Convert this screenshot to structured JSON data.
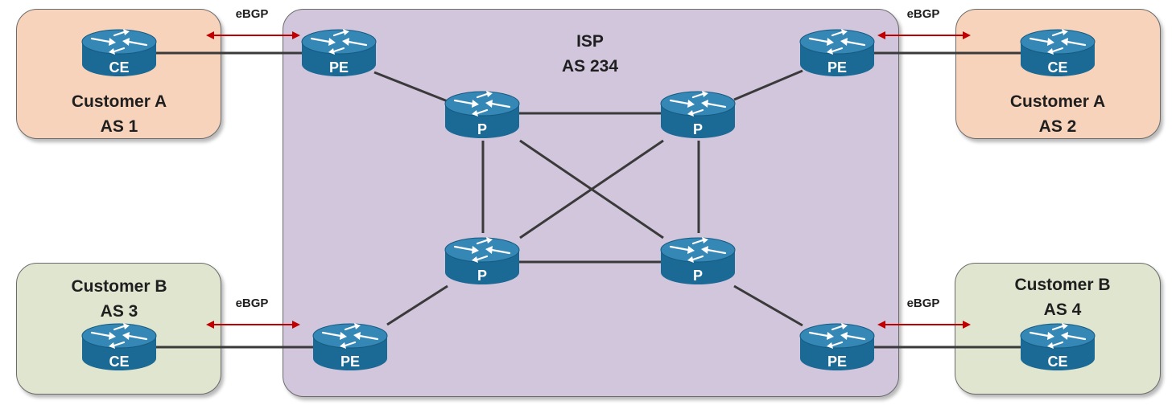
{
  "colors": {
    "customer_a_fill": "#f8d3bb",
    "customer_b_fill": "#e0e5cf",
    "isp_fill": "#d2c6dd",
    "router_fill": "#1b6a95",
    "router_top": "#3587b6",
    "link": "#3a3a3a",
    "ebgp_arrow": "#c00000"
  },
  "isp": {
    "name": "ISP",
    "as": "AS 234"
  },
  "customers": [
    {
      "name": "Customer A",
      "as": "AS 1"
    },
    {
      "name": "Customer A",
      "as": "AS 2"
    },
    {
      "name": "Customer B",
      "as": "AS 3"
    },
    {
      "name": "Customer B",
      "as": "AS 4"
    }
  ],
  "ebgp_label": "eBGP",
  "router_labels": {
    "ce": "CE",
    "pe": "PE",
    "p": "P"
  },
  "icons": {
    "router": "router-icon",
    "arrow": "double-arrow-icon"
  }
}
